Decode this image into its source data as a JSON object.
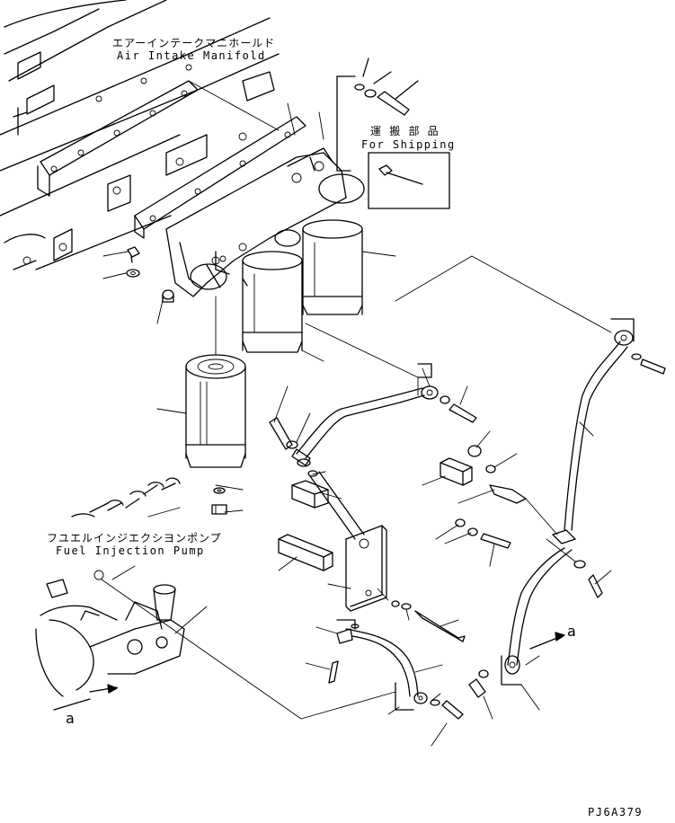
{
  "labels": {
    "manifold_jp": "エアーインテークマニホールド",
    "manifold_en": "Air Intake Manifold",
    "shipping_jp": "運 搬 部 品",
    "shipping_en": "For Shipping",
    "pump_jp": "フユエルインジエクシヨンポンプ",
    "pump_en": "Fuel Injection Pump",
    "view_a_upper": "a",
    "view_a_lower": "a",
    "drawing_code": "PJ6A379"
  }
}
